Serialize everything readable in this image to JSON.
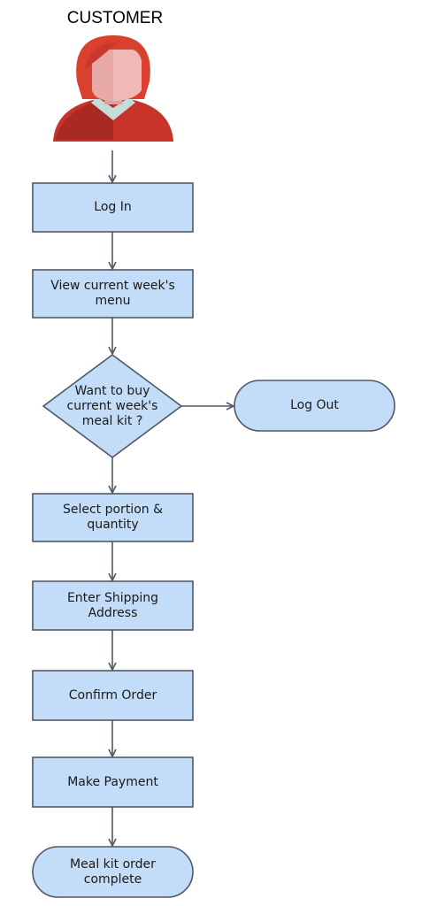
{
  "header": {
    "title": "CUSTOMER"
  },
  "colors": {
    "box_fill": "#c3dcf7",
    "box_stroke": "#505864",
    "avatar_hair": "#d9402f",
    "avatar_skin": "#e8aaa7",
    "avatar_collar": "#c4ddd6",
    "avatar_shirt": "#c8342a"
  },
  "icons": {
    "avatar": "customer-avatar-icon"
  },
  "nodes": {
    "login": "Log In",
    "view_menu_line1": "View current week's",
    "view_menu_line2": "menu",
    "decision_line1": "Want to buy",
    "decision_line2": "current week's",
    "decision_line3": "meal kit ?",
    "logout": "Log Out",
    "select_line1": "Select portion &",
    "select_line2": "quantity",
    "shipping_line1": "Enter Shipping",
    "shipping_line2": "Address",
    "confirm": "Confirm Order",
    "payment": "Make Payment",
    "complete_line1": "Meal kit order",
    "complete_line2": "complete"
  }
}
